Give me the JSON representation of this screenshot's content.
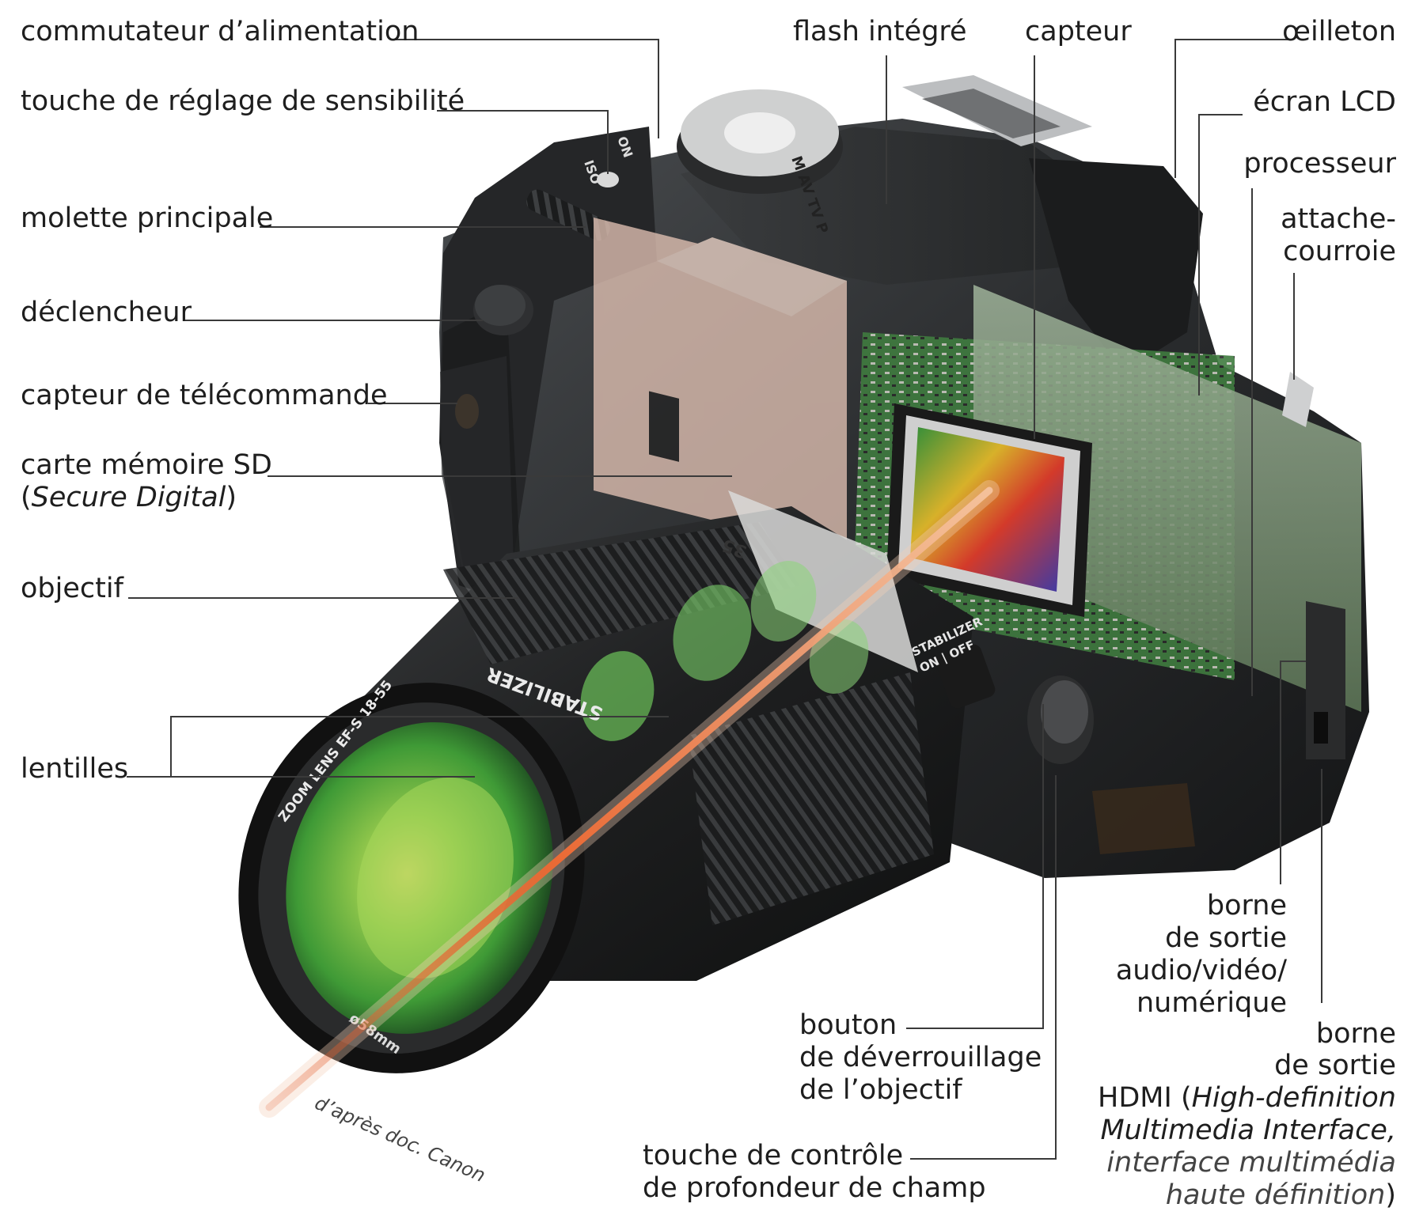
{
  "labels": {
    "commutateur": "commutateur d’alimentation",
    "touche_sensibilite": "touche de réglage de sensibilité",
    "molette": "molette principale",
    "declencheur": "déclencheur",
    "capteur_telecommande": "capteur de télécommande",
    "carte_sd_1": "carte mémoire SD",
    "carte_sd_2_open": "(",
    "carte_sd_2_em": "Secure Digital",
    "carte_sd_2_close": ")",
    "objectif": "objectif",
    "lentilles": "lentilles",
    "flash": "flash intégré",
    "capteur": "capteur",
    "oeilleton": "œilleton",
    "ecran": "écran LCD",
    "processeur": "processeur",
    "attache_1": "attache-",
    "attache_2": "courroie",
    "borne_av_1": "borne",
    "borne_av_2": "de sortie",
    "borne_av_3": "audio/vidéo/",
    "borne_av_4": "numérique",
    "borne_hdmi_1": "borne",
    "borne_hdmi_2": "de sortie",
    "borne_hdmi_3a": "HDMI (",
    "borne_hdmi_3b": "High-definition",
    "borne_hdmi_4": "Multimedia Interface,",
    "borne_hdmi_5": "interface multimédia",
    "borne_hdmi_6a": "haute définition",
    "borne_hdmi_6b": ")",
    "bouton_1": "bouton",
    "bouton_2": "de déverrouillage",
    "bouton_3": "de l’objectif",
    "touche_prof_1": "touche de contrôle",
    "touche_prof_2": "de profondeur de champ"
  },
  "credit": "d’après doc. Canon",
  "lens_text": {
    "stabilizer": "STABILIZER",
    "zoom": "ZOOM LENS EF-S 18-55",
    "stab_switch": "STABILIZER",
    "on_off": "ON | OFF",
    "filter": "ø58mm",
    "focal": "35",
    "mode_dial": "M  AV  TV  P",
    "on_label": "ON",
    "iso_label": "ISO"
  },
  "colors": {
    "laser": "#e25a2a",
    "body": "#2b2d2f",
    "lens_glass": "#4caf3a",
    "pcb": "#4f8a4c",
    "leader": "#333333"
  }
}
